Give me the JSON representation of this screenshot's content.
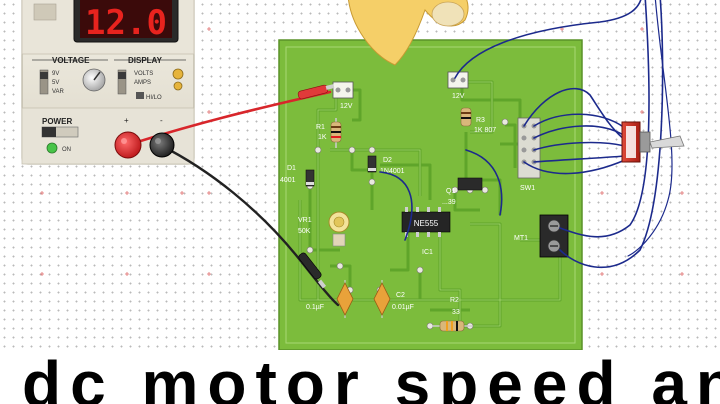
{
  "power_supply": {
    "display_value": "12.0",
    "voltage_label": "VOLTAGE",
    "display_label": "DISPLAY",
    "power_label": "POWER",
    "on_label": "ON",
    "voltage_options": [
      "9V",
      "5V",
      "VAR"
    ],
    "display_options": [
      "VOLTS",
      "AMPS",
      "HI/LO"
    ],
    "plus_label": "+",
    "minus_label": "-"
  },
  "pcb": {
    "labels": {
      "j1": "12V",
      "j2": "12V",
      "r1_ref": "R1",
      "r1_val": "1K",
      "d1_ref": "D1",
      "d1_val": "4001",
      "d2_ref": "D2",
      "d2_val": "1N4001",
      "r3_ref": "R3",
      "r3_val": "1K 807",
      "q1_ref": "Q1",
      "q1_val": "...39",
      "vr1_ref": "VR1",
      "vr1_val": "50K",
      "ic_part": "NE555",
      "ic1_ref": "IC1",
      "sw1_ref": "SW1",
      "mt1_ref": "MT1",
      "c1_val": "0.1µF",
      "c2_ref": "C2",
      "c2_val": "0.01µF",
      "r2_ref": "R2",
      "r2_val": "33"
    }
  },
  "caption": {
    "text": "dc motor speed and"
  },
  "colors": {
    "pcb_green": "#7cbc3c",
    "trace_green": "#5fa52a",
    "display_red": "#e8231e",
    "wire_red": "#d8262b",
    "wire_blue": "#1c2a8c",
    "hand_yellow": "#f5cf68"
  }
}
